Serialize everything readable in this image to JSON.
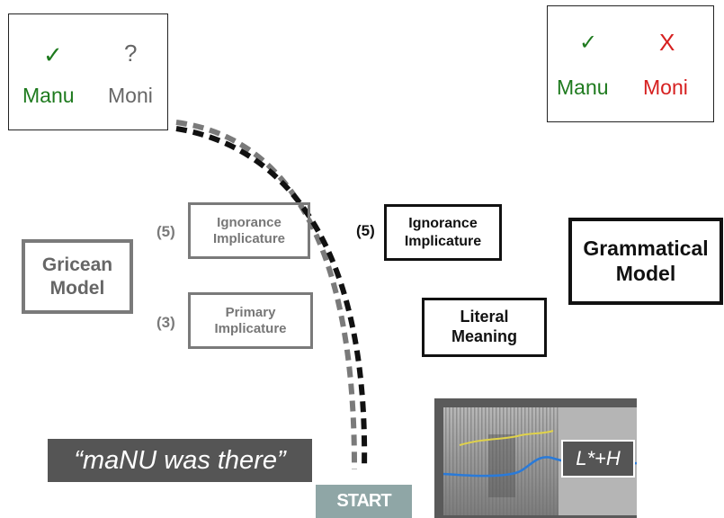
{
  "outcome_left": {
    "mark_manu": "✓",
    "mark_moni": "?",
    "label_manu": "Manu",
    "label_moni": "Moni",
    "color_manu": "#1e7a1e",
    "color_moni": "#666666"
  },
  "outcome_right": {
    "mark_manu": "✓",
    "mark_moni": "X",
    "label_manu": "Manu",
    "label_moni": "Moni",
    "color_manu": "#1e7a1e",
    "color_moni": "#d62020"
  },
  "gricean": {
    "model_label_line1": "Gricean",
    "model_label_line2": "Model",
    "ignorance_tag": "(5)",
    "ignorance_line1": "Ignorance",
    "ignorance_line2": "Implicature",
    "primary_tag": "(3)",
    "primary_line1": "Primary",
    "primary_line2": "Implicature",
    "color": "#7a7a7a"
  },
  "grammatical": {
    "model_label_line1": "Grammatical",
    "model_label_line2": "Model",
    "ignorance_tag": "(5)",
    "ignorance_line1": "Ignorance",
    "ignorance_line2": "Implicature",
    "literal_line1": "Literal",
    "literal_line2": "Meaning",
    "color": "#111111"
  },
  "utterance": "“maNU was there”",
  "start_label": "START",
  "contour_label": "L*+H",
  "colors": {
    "start_bg": "#8fa6a6",
    "utterance_bg": "#555555",
    "spectrogram_frame": "#5a5a5a",
    "contour_blue": "#2a7ad8",
    "contour_yellow": "#e0d24a"
  }
}
